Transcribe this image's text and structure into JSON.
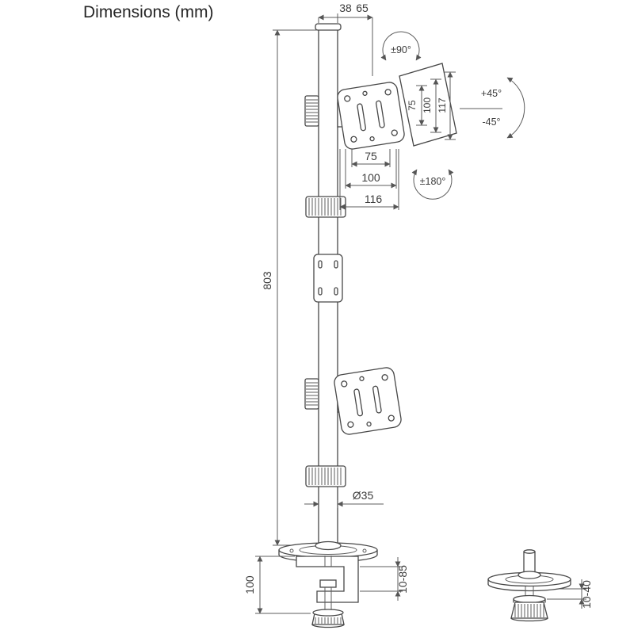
{
  "title": "Dimensions (mm)",
  "dimensions": {
    "top_width": "38",
    "top_offset": "65",
    "plate_side_75": "75",
    "plate_side_100": "100",
    "plate_side_117": "117",
    "plate_front_75": "75",
    "plate_front_100": "100",
    "plate_front_116": "116",
    "pole_height": "803",
    "pole_diameter": "Ø35",
    "clamp_height": "100",
    "clamp_range": "10-85",
    "grommet_range": "10-40"
  },
  "rotation_labels": {
    "swivel": "±90°",
    "tilt_up": "+45°",
    "tilt_down": "-45°",
    "rotate": "±180°"
  }
}
